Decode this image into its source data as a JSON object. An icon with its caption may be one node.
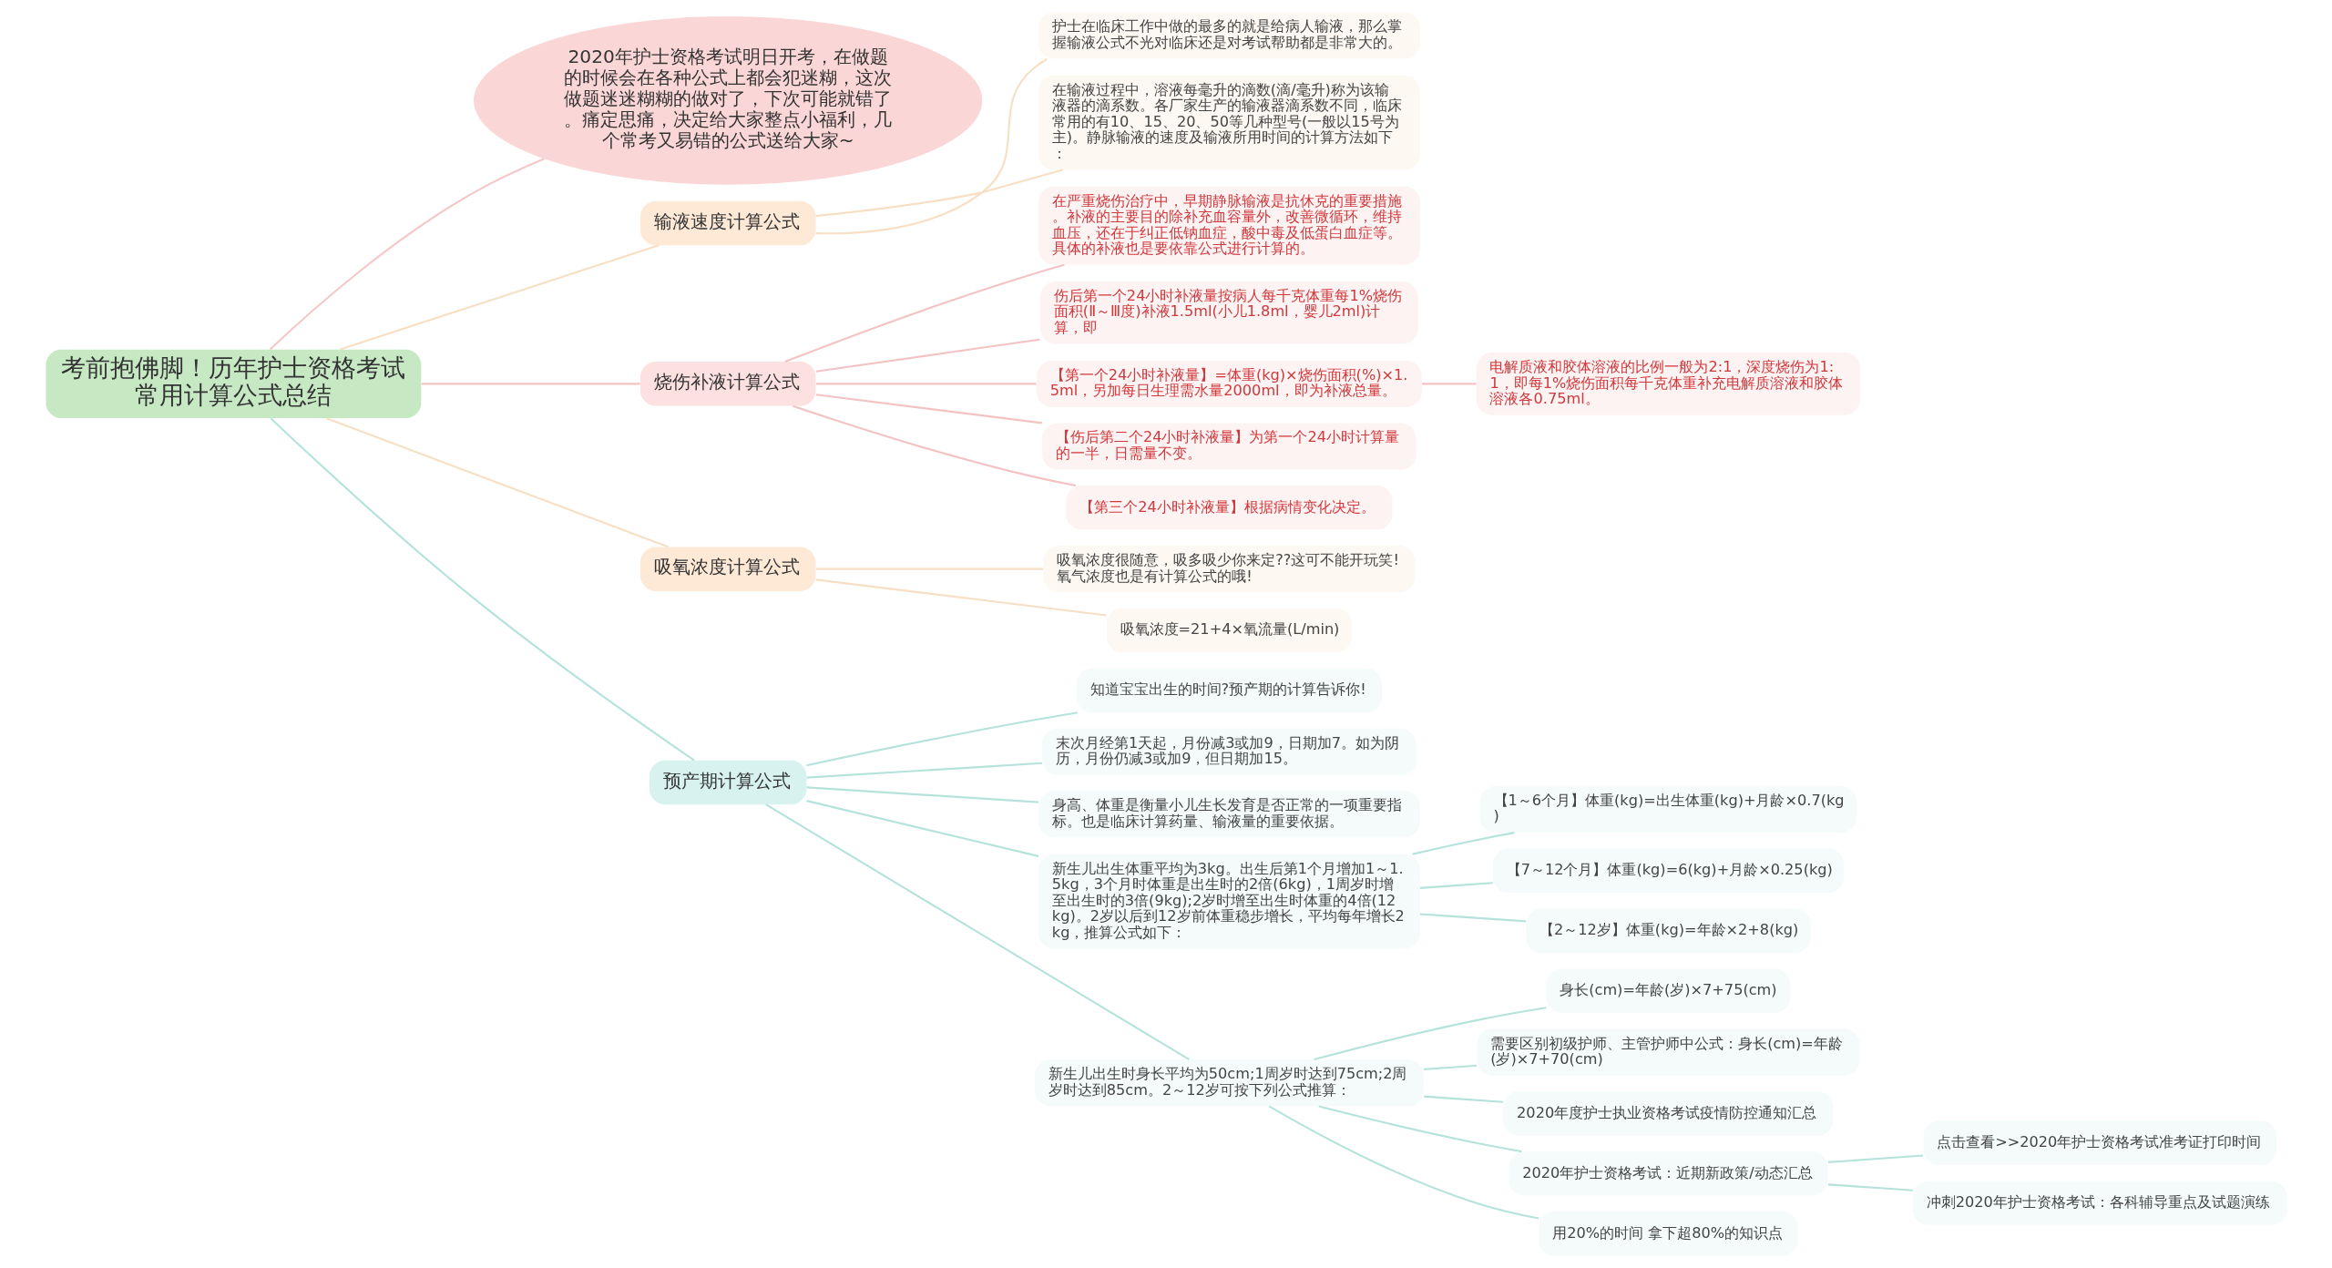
{
  "diagram": {
    "nodes": [
      {
        "text": [
          "考前抱佛脚！历年护士资格考试常用计算公式总结"
        ]
      },
      {
        "text": [
          "2020年护士资格考试明日开考，在做题的时候会在各种公式上都会犯迷糊，这次做题迷迷糊糊的做对了，下次可能就错了。痛定思痛，决定给大家整点小福利，几个常考又易错的公式送给大家~"
        ]
      },
      {
        "text": [
          "输液速度计算公式"
        ]
      },
      {
        "text": [
          "护士在临床工作中做的最多的就是给病人输液，那么掌握输液公式不光对临床还是对考试帮助都是非常大的。"
        ]
      },
      {
        "text": [
          "在输液过程中，溶液每毫升的滴数(滴/毫升)称为该输液器的滴系数。各厂家生产的输液器滴系数不同，临床常用的有10、15、20、50等几种型号(一般以15号为主)。静脉输液的速度及输液所用时间的计算方法如下："
        ]
      },
      {
        "text": [
          "烧伤补液计算公式"
        ]
      },
      {
        "text": [
          "在严重烧伤治疗中，早期静脉输液是抗休克的重要措施。补液的主要目的除补充血容量外，改善微循环，维持血压，还在于纠正低钠血症，酸中毒及低蛋白血症等。具体的补液也是要依靠公式进行计算的。"
        ]
      },
      {
        "text": [
          "伤后第一个24小时补液量按病人每千克体重每1%烧伤面积(Ⅱ～Ⅲ度)补液1.5ml(小儿1.8ml，婴儿2ml)计算，即"
        ]
      },
      {
        "text": [
          "【第一个24小时补液量】=体重(kg)×烧伤面积(%)×1.5ml，另加每日生理需水量2000ml，即为补液总量。"
        ]
      },
      {
        "text": [
          "电解质液和胶体溶液的比例一般为2:1，深度烧伤为1:1，即每1%烧伤面积每千克体重补充电解质溶液和胶体溶液各0.75ml。"
        ]
      },
      {
        "text": [
          "【伤后第二个24小时补液量】为第一个24小时计算量的一半，日需量不变。"
        ]
      },
      {
        "text": [
          "【第三个24小时补液量】根据病情变化决定。"
        ]
      },
      {
        "text": [
          "吸氧浓度计算公式"
        ]
      },
      {
        "text": [
          "吸氧浓度很随意，吸多吸少你来定??这可不能开玩笑!氧气浓度也是有计算公式的哦!"
        ]
      },
      {
        "text": [
          "吸氧浓度=21+4×氧流量(L/min)"
        ]
      },
      {
        "text": [
          "预产期计算公式"
        ]
      },
      {
        "text": [
          "知道宝宝出生的时间?预产期的计算告诉你!"
        ]
      },
      {
        "text": [
          "末次月经第1天起，月份减3或加9，日期加7。如为阴历，月份仍减3或加9，但日期加15。"
        ]
      },
      {
        "text": [
          "身高、体重是衡量小儿生长发育是否正常的一项重要指标。也是临床计算药量、输液量的重要依据。"
        ]
      },
      {
        "text": [
          "新生儿出生体重平均为3kg。出生后第1个月增加1～1.5kg，3个月时体重是出生时的2倍(6kg)，1周岁时增至出生时的3倍(9kg);2岁时增至出生时体重的4倍(12kg)。2岁以后到12岁前体重稳步增长，平均每年增长2kg，推算公式如下："
        ]
      },
      {
        "text": [
          "【1～6个月】体重(kg)=出生体重(kg)+月龄×0.7(kg)"
        ]
      },
      {
        "text": [
          "【7～12个月】体重(kg)=6(kg)+月龄×0.25(kg)"
        ]
      },
      {
        "text": [
          "【2～12岁】体重(kg)=年龄×2+8(kg)"
        ]
      },
      {
        "text": [
          "新生儿出生时身长平均为50cm;1周岁时达到75cm;2周岁时达到85cm。2～12岁可按下列公式推算："
        ]
      },
      {
        "text": [
          "身长(cm)=年龄(岁)×7+75(cm)"
        ]
      },
      {
        "text": [
          "需要区别初级护师、主管护师中公式：身长(cm)=年龄(岁)×7+70(cm)"
        ]
      },
      {
        "text": [
          "2020年度护士执业资格考试疫情防控通知汇总"
        ]
      },
      {
        "text": [
          "2020年护士资格考试：近期新政策/动态汇总"
        ]
      },
      {
        "text": [
          "点击查看>>2020年护士资格考试准考证打印时间"
        ]
      },
      {
        "text": [
          "冲刺2020年护士资格考试：各科辅导重点及试题演练"
        ]
      },
      {
        "text": [
          "用20%的时间 拿下超80%的知识点"
        ]
      }
    ],
    "edges": [
      {
        "from": 0,
        "to": 1,
        "arrow": "none",
        "color": "#f5c8c8"
      },
      {
        "from": 0,
        "to": 2,
        "arrow": "none",
        "color": "#f7dfc4"
      },
      {
        "from": 2,
        "to": 3,
        "arrow": "none",
        "color": "#f7dfc4"
      },
      {
        "from": 2,
        "to": 4,
        "arrow": "none",
        "color": "#f7dfc4"
      },
      {
        "from": 0,
        "to": 5,
        "arrow": "none",
        "color": "#f3c3c3"
      },
      {
        "from": 5,
        "to": 6,
        "arrow": "none",
        "color": "#f3c3c3"
      },
      {
        "from": 5,
        "to": 7,
        "arrow": "none",
        "color": "#f3c3c3"
      },
      {
        "from": 5,
        "to": 8,
        "arrow": "none",
        "color": "#f3c3c3"
      },
      {
        "from": 8,
        "to": 9,
        "arrow": "none",
        "color": "#f3c3c3"
      },
      {
        "from": 5,
        "to": 10,
        "arrow": "none",
        "color": "#f3c3c3"
      },
      {
        "from": 5,
        "to": 11,
        "arrow": "none",
        "color": "#f3c3c3"
      },
      {
        "from": 0,
        "to": 12,
        "arrow": "none",
        "color": "#f7dfc4"
      },
      {
        "from": 12,
        "to": 13,
        "arrow": "none",
        "color": "#f7dfc4"
      },
      {
        "from": 12,
        "to": 14,
        "arrow": "none",
        "color": "#f7dfc4"
      },
      {
        "from": 0,
        "to": 15,
        "arrow": "none"
      },
      {
        "from": 15,
        "to": 16,
        "arrow": "none"
      },
      {
        "from": 15,
        "to": 17,
        "arrow": "none"
      },
      {
        "from": 15,
        "to": 18,
        "arrow": "none"
      },
      {
        "from": 15,
        "to": 19,
        "arrow": "none"
      },
      {
        "from": 19,
        "to": 20,
        "arrow": "none"
      },
      {
        "from": 19,
        "to": 21,
        "arrow": "none"
      },
      {
        "from": 19,
        "to": 22,
        "arrow": "none"
      },
      {
        "from": 15,
        "to": 23,
        "arrow": "none"
      },
      {
        "from": 23,
        "to": 24,
        "arrow": "none"
      },
      {
        "from": 23,
        "to": 25,
        "arrow": "none"
      },
      {
        "from": 23,
        "to": 26,
        "arrow": "none"
      },
      {
        "from": 23,
        "to": 27,
        "arrow": "none"
      },
      {
        "from": 27,
        "to": 28,
        "arrow": "none"
      },
      {
        "from": 27,
        "to": 29,
        "arrow": "none"
      },
      {
        "from": 23,
        "to": 30,
        "arrow": "none"
      }
    ]
  }
}
